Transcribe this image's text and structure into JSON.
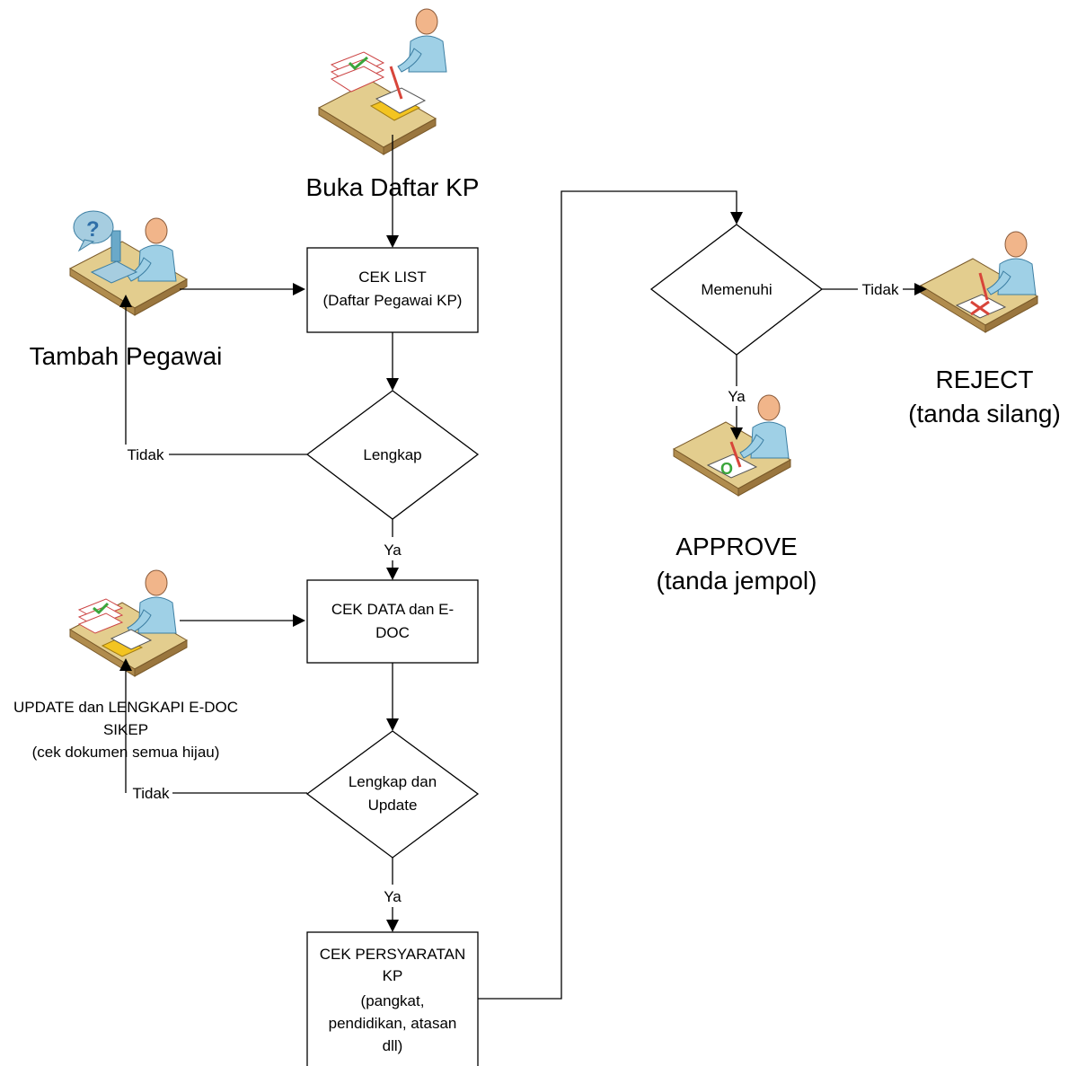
{
  "nodes": {
    "cek_list": {
      "line1": "CEK LIST",
      "line2": "(Daftar Pegawai KP)"
    },
    "lengkap": {
      "line1": "Lengkap"
    },
    "cek_data": {
      "line1": "CEK DATA dan E-",
      "line2": "DOC"
    },
    "lengkap_update": {
      "line1": "Lengkap dan",
      "line2": "Update"
    },
    "cek_persyaratan": {
      "line1": "CEK PERSYARATAN",
      "line2": "KP",
      "line3": "(pangkat,",
      "line4": "pendidikan, atasan",
      "line5": "dll)"
    },
    "memenuhi": {
      "line1": "Memenuhi"
    }
  },
  "actors": {
    "buka_daftar": {
      "label": "Buka Daftar KP"
    },
    "tambah_pegawai": {
      "label": "Tambah Pegawai"
    },
    "update_edoc": {
      "line1": "UPDATE dan LENGKAPI E-DOC",
      "line2": "SIKEP",
      "line3": "(cek dokumen semua hijau)"
    },
    "approve": {
      "line1": "APPROVE",
      "line2": "(tanda jempol)"
    },
    "reject": {
      "line1": "REJECT",
      "line2": "(tanda silang)"
    }
  },
  "edge_labels": {
    "lengkap_no": "Tidak",
    "lengkap_yes": "Ya",
    "update_no": "Tidak",
    "update_yes": "Ya",
    "memenuhi_no": "Tidak",
    "memenuhi_yes": "Ya"
  },
  "colors": {
    "desk_top": "#e3cd8e",
    "desk_side": "#b08c4e",
    "skin": "#f1b58a",
    "shirt": "#9fd0e6",
    "shirt_dark": "#6aa9c9",
    "check_green": "#3aa53a",
    "cross_red": "#d8453a",
    "paper": "#ffffff",
    "folder": "#f3c421",
    "bubble": "#a6cde0",
    "question_blue": "#2f6fa8"
  },
  "icons": [
    "person-at-desk-checklist-icon",
    "person-at-desk-phone-icon",
    "person-at-desk-approve-icon",
    "person-at-desk-reject-icon"
  ]
}
